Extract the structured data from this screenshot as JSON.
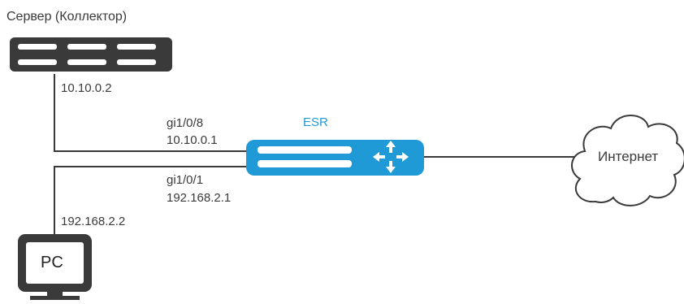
{
  "colors": {
    "line": "#3a3a3a",
    "device_dark": "#3a3a3a",
    "router_blue": "#1f9ad6",
    "router_label": "#1f9ad6",
    "white": "#ffffff"
  },
  "server": {
    "label": "Сервер (Коллектор)",
    "ip": "10.10.0.2",
    "icon": "server-rack-icon"
  },
  "router": {
    "label": "ESR",
    "icon": "router-arrows-icon",
    "port_top": {
      "name": "gi1/0/8",
      "ip": "10.10.0.1"
    },
    "port_bottom": {
      "name": "gi1/0/1",
      "ip": "192.168.2.1"
    }
  },
  "pc": {
    "label": "PC",
    "ip": "192.168.2.2",
    "icon": "monitor-icon"
  },
  "cloud": {
    "label": "Интернет",
    "icon": "cloud-icon"
  }
}
